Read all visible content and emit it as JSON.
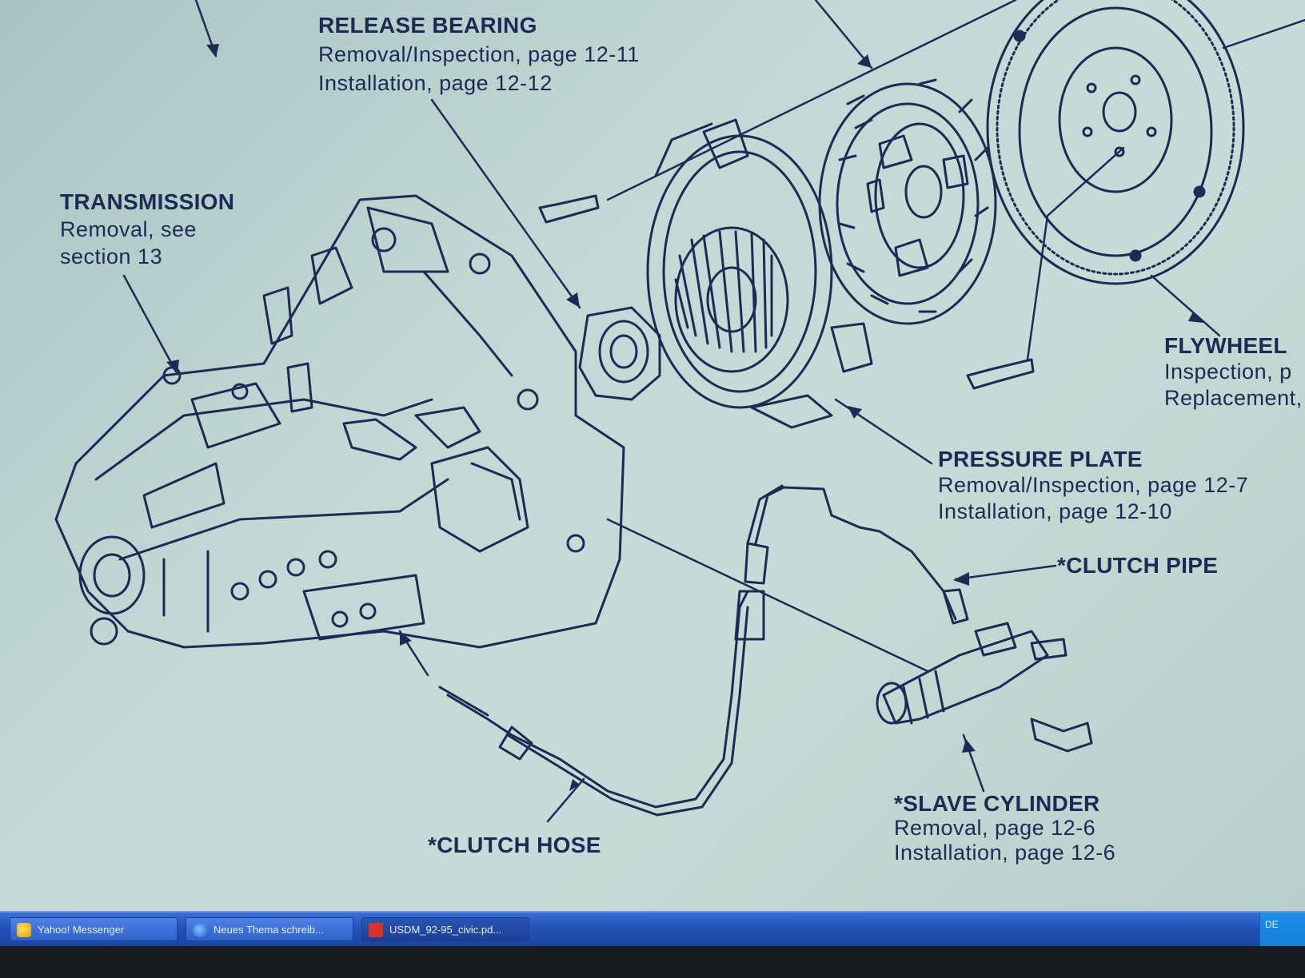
{
  "labels": {
    "release_bearing": {
      "title": "RELEASE BEARING",
      "line1": "Removal/Inspection, page 12-11",
      "line2": "Installation, page 12-12"
    },
    "transmission": {
      "title": "TRANSMISSION",
      "line1": "Removal, see",
      "line2": "section 13"
    },
    "flywheel": {
      "title": "FLYWHEEL",
      "line1": "Inspection, p",
      "line2": "Replacement,"
    },
    "pressure_plate": {
      "title": "PRESSURE PLATE",
      "line1": "Removal/Inspection, page 12-7",
      "line2": "Installation, page 12-10"
    },
    "clutch_pipe": {
      "title": "*CLUTCH PIPE"
    },
    "clutch_hose": {
      "title": "*CLUTCH HOSE"
    },
    "slave_cylinder": {
      "title": "*SLAVE CYLINDER",
      "line1": "Removal, page 12-6",
      "line2": "Installation, page 12-6"
    }
  },
  "taskbar": {
    "tasks": [
      {
        "label": "Yahoo! Messenger",
        "icon": "yahoo-messenger-icon"
      },
      {
        "label": "Neues Thema schreib...",
        "icon": "internet-explorer-icon"
      },
      {
        "label": "USDM_92-95_civic.pd...",
        "icon": "pdf-document-icon"
      }
    ],
    "tray": "DE"
  },
  "colors": {
    "ink": "#1d2a55",
    "paper": "#c3d8d5",
    "taskbar": "#2152b8"
  }
}
